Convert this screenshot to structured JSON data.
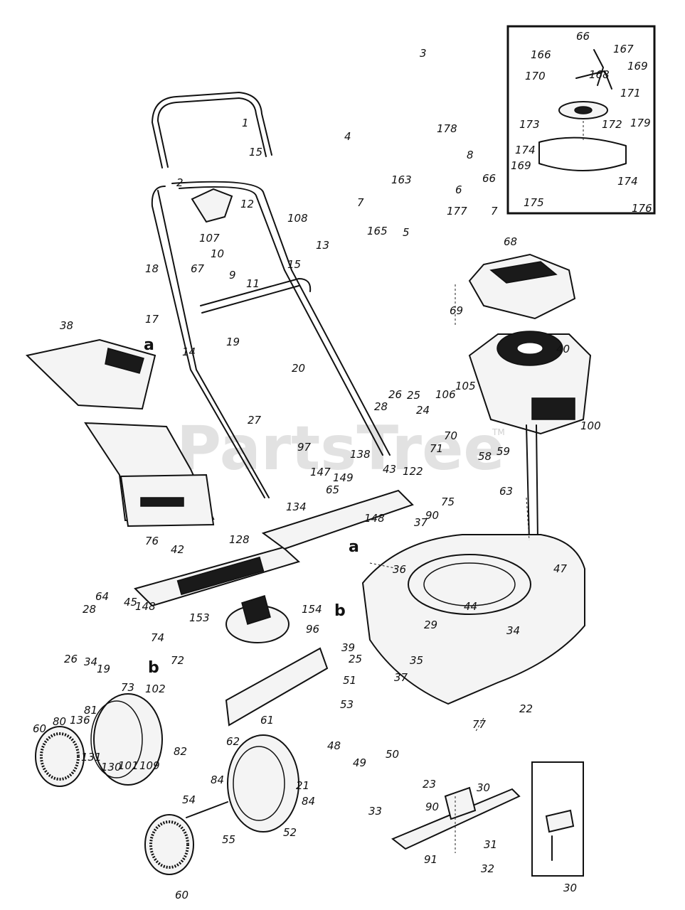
{
  "watermark": {
    "text": "PartsTree",
    "tm": "TM"
  },
  "callouts": [
    {
      "id": "c1",
      "text": "1"
    },
    {
      "id": "c2",
      "text": "2"
    },
    {
      "id": "c3",
      "text": "3"
    },
    {
      "id": "c4",
      "text": "4"
    },
    {
      "id": "c5",
      "text": "5"
    },
    {
      "id": "c6",
      "text": "6"
    },
    {
      "id": "c7a",
      "text": "7"
    },
    {
      "id": "c7b",
      "text": "7"
    },
    {
      "id": "c8",
      "text": "8"
    },
    {
      "id": "c9",
      "text": "9"
    },
    {
      "id": "c10",
      "text": "10"
    },
    {
      "id": "c11",
      "text": "11"
    },
    {
      "id": "c12",
      "text": "12"
    },
    {
      "id": "c13",
      "text": "13"
    },
    {
      "id": "c14",
      "text": "14"
    },
    {
      "id": "c15a",
      "text": "15"
    },
    {
      "id": "c15b",
      "text": "15"
    },
    {
      "id": "c17",
      "text": "17"
    },
    {
      "id": "c18",
      "text": "18"
    },
    {
      "id": "c19a",
      "text": "19"
    },
    {
      "id": "c19b",
      "text": "19"
    },
    {
      "id": "c20",
      "text": "20"
    },
    {
      "id": "c21",
      "text": "21"
    },
    {
      "id": "c22",
      "text": "22"
    },
    {
      "id": "c23",
      "text": "23"
    },
    {
      "id": "c24",
      "text": "24"
    },
    {
      "id": "c25a",
      "text": "25"
    },
    {
      "id": "c25b",
      "text": "25"
    },
    {
      "id": "c26a",
      "text": "26"
    },
    {
      "id": "c26b",
      "text": "26"
    },
    {
      "id": "c27",
      "text": "27"
    },
    {
      "id": "c28a",
      "text": "28"
    },
    {
      "id": "c28b",
      "text": "28"
    },
    {
      "id": "c29",
      "text": "29"
    },
    {
      "id": "c30a",
      "text": "30"
    },
    {
      "id": "c30b",
      "text": "30"
    },
    {
      "id": "c31",
      "text": "31"
    },
    {
      "id": "c32",
      "text": "32"
    },
    {
      "id": "c33",
      "text": "33"
    },
    {
      "id": "c34a",
      "text": "34"
    },
    {
      "id": "c34b",
      "text": "34"
    },
    {
      "id": "c35",
      "text": "35"
    },
    {
      "id": "c36",
      "text": "36"
    },
    {
      "id": "c37a",
      "text": "37"
    },
    {
      "id": "c37b",
      "text": "37"
    },
    {
      "id": "c38",
      "text": "38"
    },
    {
      "id": "c39",
      "text": "39"
    },
    {
      "id": "c40",
      "text": "40"
    },
    {
      "id": "c42",
      "text": "42"
    },
    {
      "id": "c43",
      "text": "43"
    },
    {
      "id": "c44",
      "text": "44"
    },
    {
      "id": "c45",
      "text": "45"
    },
    {
      "id": "c47",
      "text": "47"
    },
    {
      "id": "c48",
      "text": "48"
    },
    {
      "id": "c49",
      "text": "49"
    },
    {
      "id": "c50",
      "text": "50"
    },
    {
      "id": "c51",
      "text": "51"
    },
    {
      "id": "c52",
      "text": "52"
    },
    {
      "id": "c53",
      "text": "53"
    },
    {
      "id": "c54",
      "text": "54"
    },
    {
      "id": "c55",
      "text": "55"
    },
    {
      "id": "c58",
      "text": "58"
    },
    {
      "id": "c59",
      "text": "59"
    },
    {
      "id": "c60a",
      "text": "60"
    },
    {
      "id": "c60b",
      "text": "60"
    },
    {
      "id": "c61",
      "text": "61"
    },
    {
      "id": "c62",
      "text": "62"
    },
    {
      "id": "c63",
      "text": "63"
    },
    {
      "id": "c64",
      "text": "64"
    },
    {
      "id": "c65",
      "text": "65"
    },
    {
      "id": "c66a",
      "text": "66"
    },
    {
      "id": "c66b",
      "text": "66"
    },
    {
      "id": "c67",
      "text": "67"
    },
    {
      "id": "c68",
      "text": "68"
    },
    {
      "id": "c69",
      "text": "69"
    },
    {
      "id": "c70",
      "text": "70"
    },
    {
      "id": "c71",
      "text": "71"
    },
    {
      "id": "c72",
      "text": "72"
    },
    {
      "id": "c73",
      "text": "73"
    },
    {
      "id": "c74",
      "text": "74"
    },
    {
      "id": "c75",
      "text": "75"
    },
    {
      "id": "c76",
      "text": "76"
    },
    {
      "id": "c77",
      "text": "77"
    },
    {
      "id": "c80",
      "text": "80"
    },
    {
      "id": "c81",
      "text": "81"
    },
    {
      "id": "c82",
      "text": "82"
    },
    {
      "id": "c84a",
      "text": "84"
    },
    {
      "id": "c84b",
      "text": "84"
    },
    {
      "id": "c90a",
      "text": "90"
    },
    {
      "id": "c90b",
      "text": "90"
    },
    {
      "id": "c91",
      "text": "91"
    },
    {
      "id": "c96",
      "text": "96"
    },
    {
      "id": "c97",
      "text": "97"
    },
    {
      "id": "c100",
      "text": "100"
    },
    {
      "id": "c101",
      "text": "101"
    },
    {
      "id": "c102",
      "text": "102"
    },
    {
      "id": "c105",
      "text": "105"
    },
    {
      "id": "c106",
      "text": "106"
    },
    {
      "id": "c107",
      "text": "107"
    },
    {
      "id": "c108",
      "text": "108"
    },
    {
      "id": "c109",
      "text": "109"
    },
    {
      "id": "c122",
      "text": "122"
    },
    {
      "id": "c128",
      "text": "128"
    },
    {
      "id": "c130",
      "text": "130"
    },
    {
      "id": "c131",
      "text": "131"
    },
    {
      "id": "c134",
      "text": "134"
    },
    {
      "id": "c136",
      "text": "136"
    },
    {
      "id": "c138",
      "text": "138"
    },
    {
      "id": "c147",
      "text": "147"
    },
    {
      "id": "c148a",
      "text": "148"
    },
    {
      "id": "c148b",
      "text": "148"
    },
    {
      "id": "c149",
      "text": "149"
    },
    {
      "id": "c153",
      "text": "153"
    },
    {
      "id": "c154",
      "text": "154"
    },
    {
      "id": "c163",
      "text": "163"
    },
    {
      "id": "c165",
      "text": "165"
    },
    {
      "id": "c166",
      "text": "166"
    },
    {
      "id": "c167",
      "text": "167"
    },
    {
      "id": "c168",
      "text": "168"
    },
    {
      "id": "c169a",
      "text": "169"
    },
    {
      "id": "c169b",
      "text": "169"
    },
    {
      "id": "c170",
      "text": "170"
    },
    {
      "id": "c171",
      "text": "171"
    },
    {
      "id": "c172",
      "text": "172"
    },
    {
      "id": "c173",
      "text": "173"
    },
    {
      "id": "c174a",
      "text": "174"
    },
    {
      "id": "c174b",
      "text": "174"
    },
    {
      "id": "c175",
      "text": "175"
    },
    {
      "id": "c176",
      "text": "176"
    },
    {
      "id": "c177",
      "text": "177"
    },
    {
      "id": "c178",
      "text": "178"
    },
    {
      "id": "c179",
      "text": "179"
    }
  ],
  "letters": [
    {
      "id": "la1",
      "text": "a"
    },
    {
      "id": "la2",
      "text": "a"
    },
    {
      "id": "lb1",
      "text": "b"
    },
    {
      "id": "lb2",
      "text": "b"
    }
  ]
}
